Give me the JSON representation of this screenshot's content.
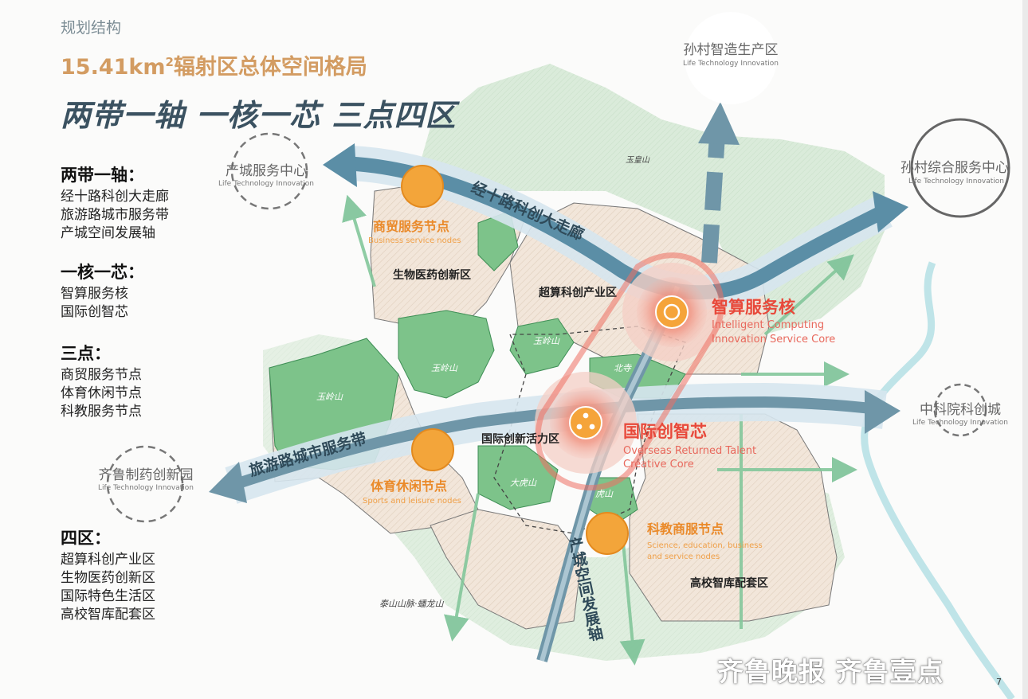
{
  "header": {
    "section": "规划结构",
    "title_main": "15.41km",
    "title_sup": "2",
    "title_rest": "辐射区总体空间格局",
    "slogan": "两带一轴  一核一芯  三点四区"
  },
  "legend": [
    {
      "heading": "两带一轴：",
      "items": [
        "经十路科创大走廊",
        "旅游路城市服务带",
        "产城空间发展轴"
      ]
    },
    {
      "heading": "一核一芯：",
      "items": [
        "智算服务核",
        "国际创智芯"
      ]
    },
    {
      "heading": "三点：",
      "items": [
        "商贸服务节点",
        "体育休闲节点",
        "科教服务节点"
      ]
    },
    {
      "heading": "四区：",
      "items": [
        "超算科创产业区",
        "生物医药创新区",
        "国际特色生活区",
        "高校智库配套区"
      ]
    }
  ],
  "map": {
    "external_nodes": [
      {
        "name": "孙村智造生产区",
        "sub": "Life Technology Innovation"
      },
      {
        "name": "孙村综合服务中心",
        "sub": "Life Technology Innovation"
      },
      {
        "name": "产城服务中心",
        "sub": "Life Technology Innovation"
      },
      {
        "name": "中科院科创城",
        "sub": "Life Technology Innovation"
      },
      {
        "name": "齐鲁制药创新园",
        "sub": "Life Technology Innovation"
      }
    ],
    "corridors": {
      "jingshi": "经十路科创大走廊",
      "lvyou": "旅游路城市服务带",
      "axis": "产城空间发展轴"
    },
    "cores": [
      {
        "name": "智算服务核",
        "en1": "Intelligent Computing",
        "en2": "Innovation Service Core"
      },
      {
        "name": "国际创智芯",
        "en1": "Overseas Returned Talent",
        "en2": "Creative Core"
      }
    ],
    "nodes": [
      {
        "name": "商贸服务节点",
        "en1": "Business service nodes",
        "en2": ""
      },
      {
        "name": "体育休闲节点",
        "en1": "Sports and leisure nodes",
        "en2": ""
      },
      {
        "name": "科教商服节点",
        "en1": "Science, education, business",
        "en2": "and service nodes"
      }
    ],
    "districts": {
      "supercomputing": "超算科创产业区",
      "biomed": "生物医药创新区",
      "intl": "国际创新活力区",
      "univ": "高校智库配套区"
    },
    "mountains": {
      "yuhuang": "玉皇山",
      "yuling1": "玉岭山",
      "yuling2": "玉岭山",
      "yuling3": "玉岭山",
      "beisi": "北寺",
      "dahu": "大虎山",
      "hu": "虎山",
      "taishan": "泰山山脉·蟠龙山"
    }
  },
  "watermark": "齐鲁晚报  齐鲁壹点",
  "page_number": "7"
}
